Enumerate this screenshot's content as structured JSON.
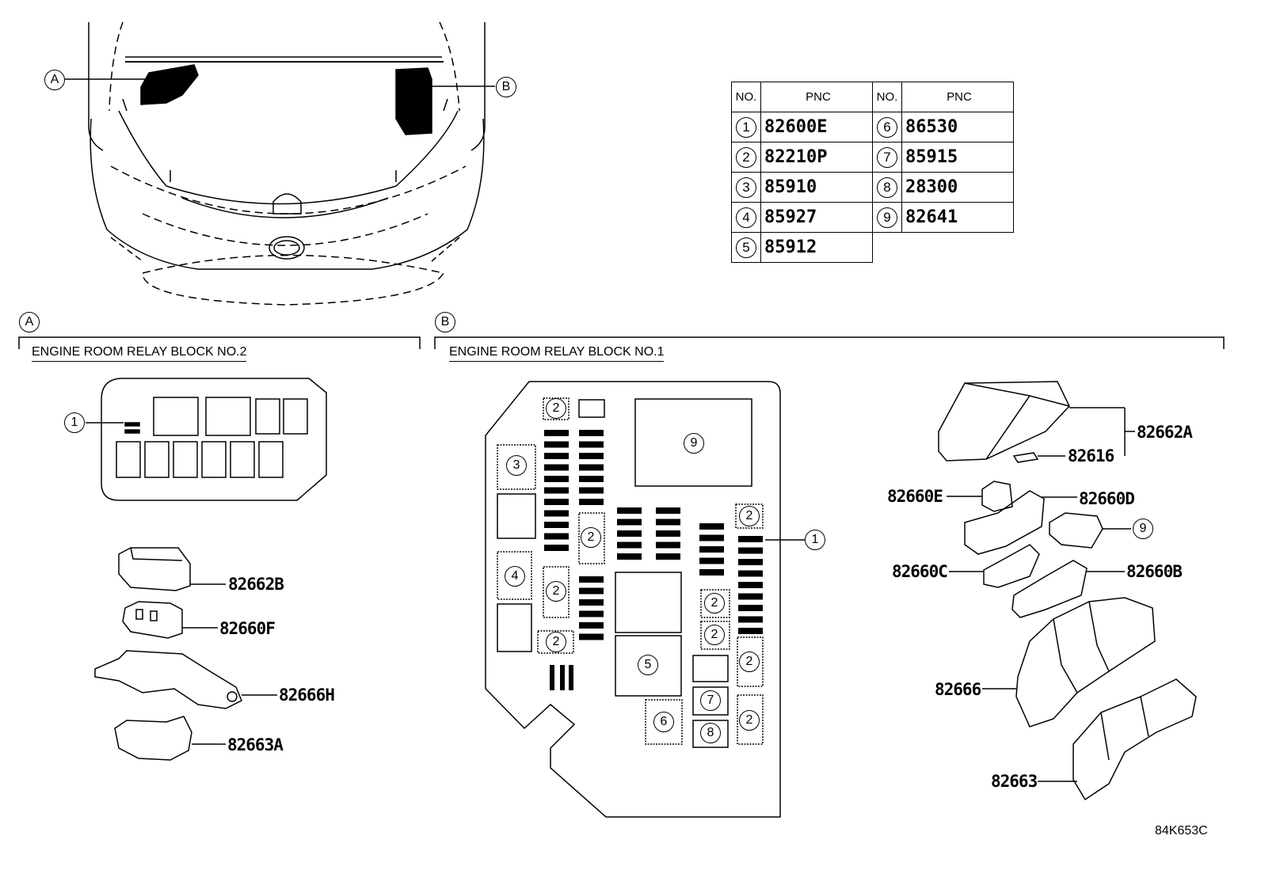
{
  "table": {
    "header_no": "NO.",
    "header_pnc": "PNC",
    "rows": [
      {
        "n1": "1",
        "p1": "82600E",
        "n2": "6",
        "p2": "86530"
      },
      {
        "n1": "2",
        "p1": "82210P",
        "n2": "7",
        "p2": "85915"
      },
      {
        "n1": "3",
        "p1": "85910",
        "n2": "8",
        "p2": "28300"
      },
      {
        "n1": "4",
        "p1": "85927",
        "n2": "9",
        "p2": "82641"
      },
      {
        "n1": "5",
        "p1": "85912"
      }
    ]
  },
  "callouts": {
    "a": "A",
    "b": "B"
  },
  "sections": {
    "a_title": "ENGINE ROOM RELAY BLOCK NO.2",
    "b_title": "ENGINE ROOM RELAY BLOCK NO.1"
  },
  "block_a": {
    "fuse_callout": "1"
  },
  "block_b": {
    "n1": "1",
    "n2": "2",
    "n3": "3",
    "n4": "4",
    "n5": "5",
    "n6": "6",
    "n7": "7",
    "n8": "8",
    "n9": "9"
  },
  "parts_a": [
    "82662B",
    "82660F",
    "82666H",
    "82663A"
  ],
  "parts_b": {
    "p82662A": "82662A",
    "p82616": "82616",
    "p82660E": "82660E",
    "p82660D": "82660D",
    "n9": "9",
    "p82660C": "82660C",
    "p82660B": "82660B",
    "p82666": "82666",
    "p82663": "82663"
  },
  "figure_id": "84K653C"
}
